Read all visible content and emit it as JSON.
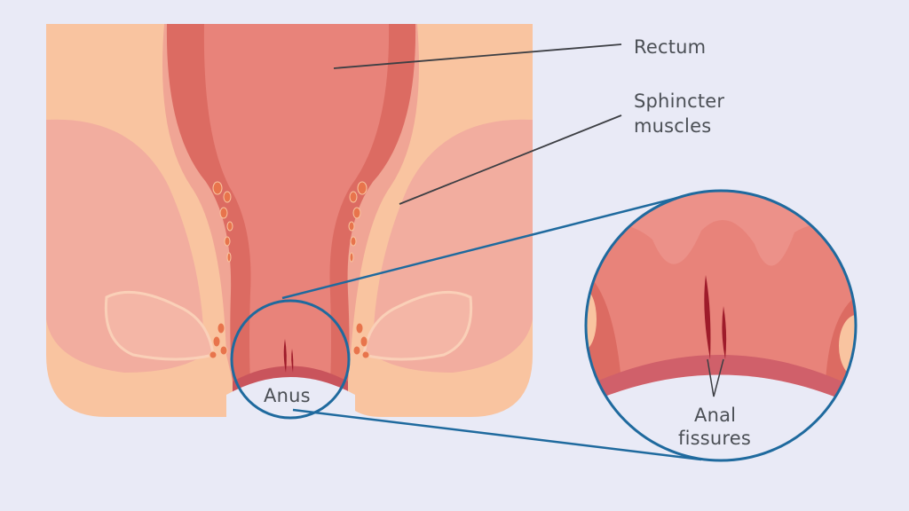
{
  "diagram": {
    "title": "Anal fissure anatomy illustration",
    "labels": {
      "rectum": "Rectum",
      "sphincter_line1": "Sphincter",
      "sphincter_line2": "muscles",
      "anus": "Anus",
      "fissures_line1": "Anal",
      "fissures_line2": "fissures"
    },
    "colors": {
      "background": "#e9eaf6",
      "skin": "#f9c4a0",
      "muscle_outer": "#f2ad9f",
      "rectum_wall": "#dc6b62",
      "rectum_inner": "#e8837a",
      "fissure": "#9e1b2a",
      "callout_circle": "#1f6a9e",
      "text": "#4b4f55"
    }
  }
}
